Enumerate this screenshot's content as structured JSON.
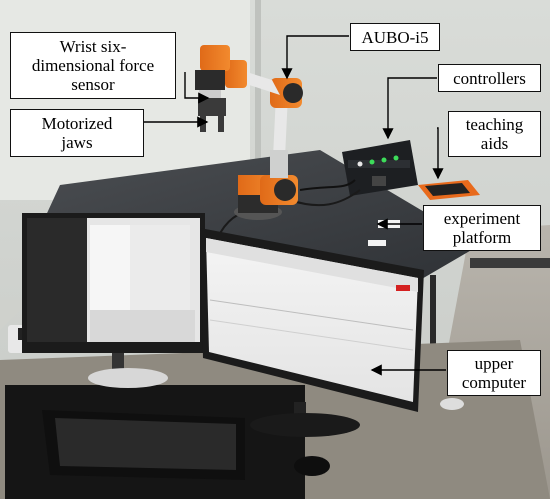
{
  "labels": {
    "wrist_sensor": "Wrist six-\ndimensional force\nsensor",
    "aubo": "AUBO-i5",
    "controllers": "controllers",
    "jaws": "Motorized\njaws",
    "teaching": "teaching\naids",
    "platform": "experiment\nplatform",
    "upper": "upper\ncomputer"
  }
}
